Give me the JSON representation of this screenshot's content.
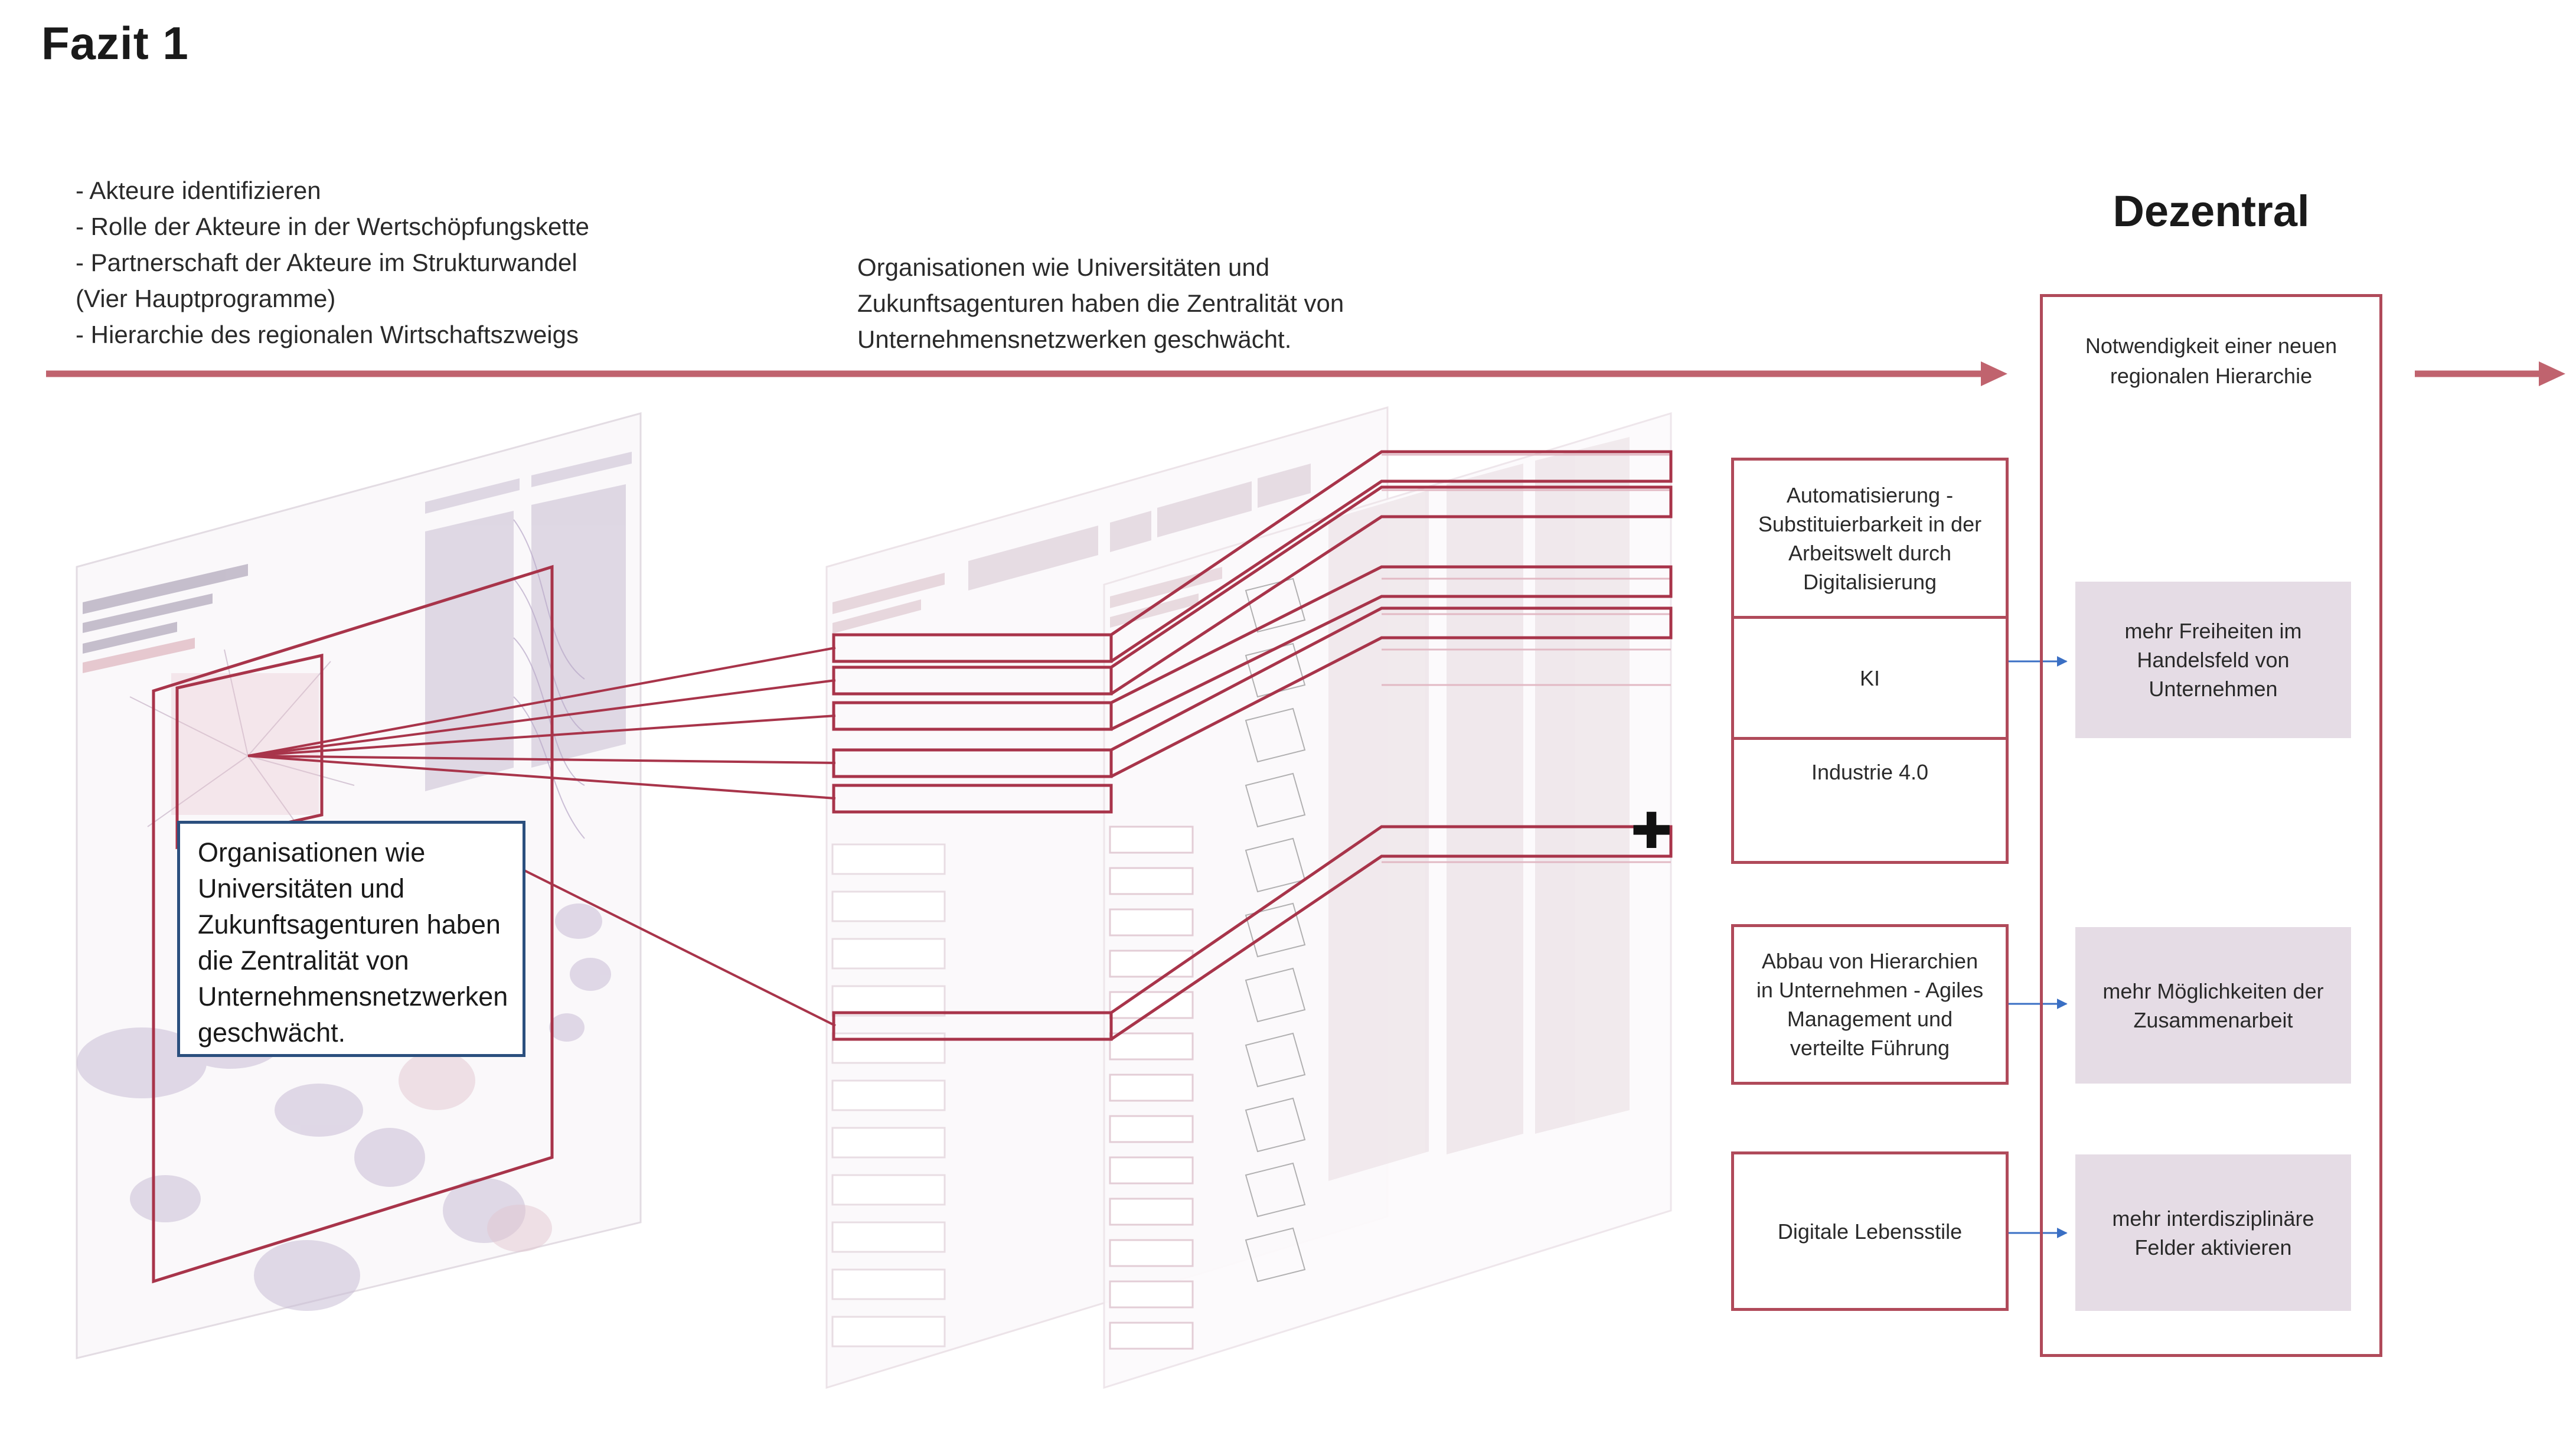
{
  "title": "Fazit 1",
  "bullets": [
    "- Akteure identifizieren",
    "- Rolle der Akteure in der Wertschöpfungskette",
    "- Partnerschaft der Akteure im Strukturwandel",
    "(Vier Hauptprogramme)",
    "- Hierarchie des regionalen Wirtschaftszweigs"
  ],
  "note": [
    "Organisationen wie Universitäten und",
    "Zukunftsagenturen haben die Zentralität von",
    "Unternehmensnetzwerken geschwächt."
  ],
  "callout": "Organisationen wie Universitäten und Zukunftsagenturen haben die Zentralität von Unternehmensnetzwerken geschwächt.",
  "dezentral": {
    "heading": "Dezentral",
    "subheading": "Notwendigkeit einer neuen regionalen Hierarchie",
    "outcomes": [
      "mehr Freiheiten im Handelsfeld von Unternehmen",
      "mehr Möglichkeiten der Zusammenarbeit",
      "mehr interdisziplinäre Felder aktivieren"
    ]
  },
  "drivers": {
    "group1": [
      "Automatisierung - Substituierbarkeit in der Arbeitswelt durch Digitalisierung",
      "KI",
      "Industrie 4.0"
    ],
    "group2": "Abbau von Hierarchien in Unternehmen - Agiles Management und verteilte Führung",
    "group3": "Digitale Lebensstile"
  },
  "plus_symbol": "✚",
  "colors": {
    "accent": "#b04a5a",
    "arrow": "#c0636e",
    "callout_border": "#2b4f7e",
    "outcome_fill": "#e5dce5",
    "link_arrow": "#3a6fc4"
  }
}
